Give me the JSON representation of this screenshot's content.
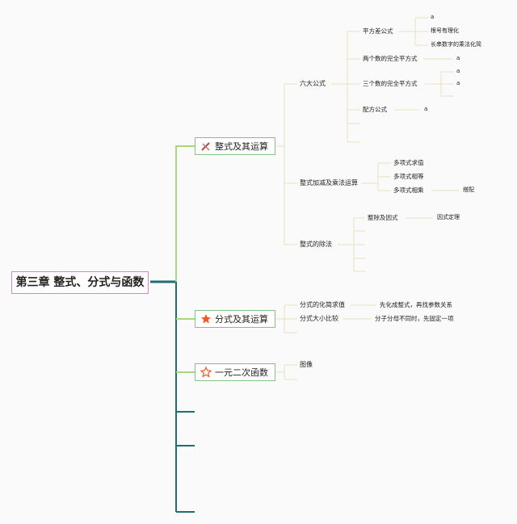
{
  "root": "第三章 整式、分式与函数",
  "branches": {
    "b1": {
      "label": "整式及其运算",
      "icon": "pencil-ruler-icon",
      "six": {
        "label": "六大公式",
        "diff": {
          "label": "平方差公式",
          "children": [
            "a",
            "根号有理化",
            "长串数字的乘法化简"
          ]
        },
        "sq2": {
          "label": "两个数的完全平方式",
          "child": "a"
        },
        "sq3": {
          "label": "三个数的完全平方式",
          "children": [
            "a",
            "a"
          ]
        },
        "complete": {
          "label": "配方公式",
          "child": "a"
        }
      },
      "addmul": {
        "label": "整式加减及乘法运算",
        "children": [
          "多项式求值",
          "多项式相等",
          "多项式相乘"
        ],
        "grandchild": "搭配"
      },
      "div": {
        "label": "整式的除法",
        "child": "整除及因式",
        "grandchild": "因式定理"
      }
    },
    "b2": {
      "label": "分式及其运算",
      "icon": "star-filled-icon",
      "simplify": {
        "label": "分式的化简求值",
        "child": "先化成整式，再找参数关系"
      },
      "compare": {
        "label": "分式大小比较",
        "child": "分子分母不同时，先固定一项"
      }
    },
    "b3": {
      "label": "一元二次函数",
      "icon": "star-outline-icon",
      "graph": {
        "label": "图像"
      }
    }
  },
  "colors": {
    "trunk": "#1e6f6f",
    "branch": "#a6d97e",
    "link": "#e8e2c2",
    "root_border": "#d08ad0",
    "star": "#ef5b24",
    "pencil": "#d23a2a"
  }
}
